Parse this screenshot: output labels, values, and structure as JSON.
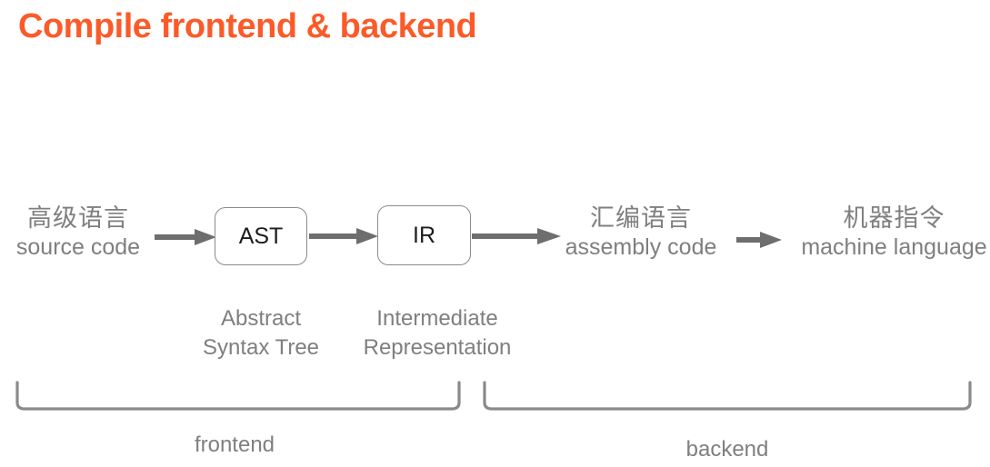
{
  "title": "Compile frontend & backend",
  "colors": {
    "title_accent": "#FB5A29",
    "text_gray": "#7F7F7F",
    "box_border": "#8A8A8A",
    "box_text": "#1C1C1C",
    "arrow": "#6E6E6E",
    "bracket": "#8A8A8A",
    "background": "#FFFFFF"
  },
  "pipeline": {
    "stages": [
      {
        "cn": "高级语言",
        "en": "source code"
      },
      {
        "cn": "汇编语言",
        "en": "assembly code"
      },
      {
        "cn": "机器指令",
        "en": "machine language"
      }
    ],
    "boxes": [
      {
        "label": "AST",
        "caption_line1": "Abstract",
        "caption_line2": "Syntax Tree"
      },
      {
        "label": "IR",
        "caption_line1": "Intermediate",
        "caption_line2": "Representation"
      }
    ],
    "arrows": [
      {
        "name": "source-to-ast"
      },
      {
        "name": "ast-to-ir"
      },
      {
        "name": "ir-to-assembly"
      },
      {
        "name": "assembly-to-machine"
      }
    ]
  },
  "groups": [
    {
      "label": "frontend"
    },
    {
      "label": "backend"
    }
  ]
}
